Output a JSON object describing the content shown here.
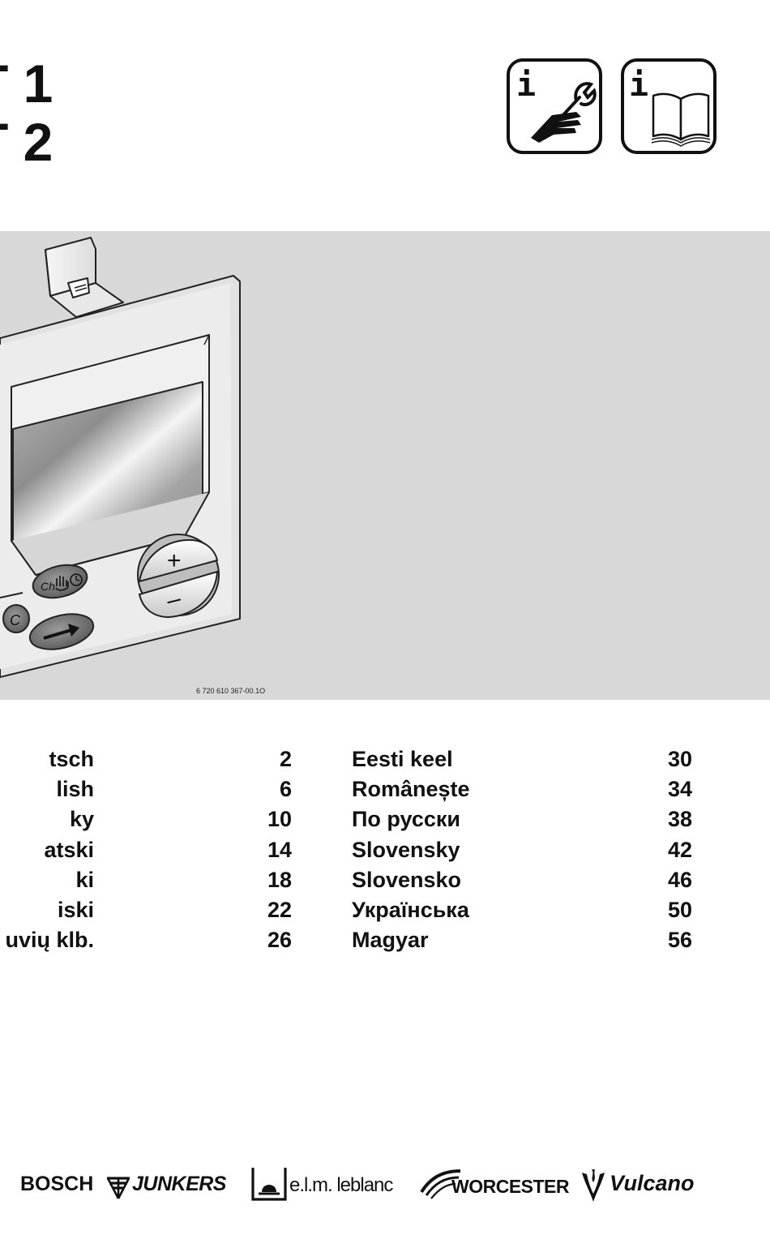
{
  "title": {
    "line1": "T 1",
    "line2": "T 2"
  },
  "icons": {
    "installer": "info-installer-wrench-icon",
    "user": "info-user-book-icon",
    "info_letter": "i"
  },
  "device": {
    "button_c": "C",
    "button_ch": "Ch",
    "plus": "+",
    "minus": "–"
  },
  "figure_code": "6 720 610 367-00.1O",
  "toc_left": [
    {
      "lang": "tsch",
      "page": "2"
    },
    {
      "lang": "lish",
      "page": "6"
    },
    {
      "lang": "ky",
      "page": "10"
    },
    {
      "lang": "atski",
      "page": "14"
    },
    {
      "lang": "ki",
      "page": "18"
    },
    {
      "lang": "iski",
      "page": "22"
    },
    {
      "lang": "uvių klb.",
      "page": "26"
    }
  ],
  "toc_right": [
    {
      "lang": "Eesti keel",
      "page": "30"
    },
    {
      "lang": "Românește",
      "page": "34"
    },
    {
      "lang": "По русски",
      "page": "38"
    },
    {
      "lang": "Slovensky",
      "page": "42"
    },
    {
      "lang": "Slovensko",
      "page": "46"
    },
    {
      "lang": "Українська",
      "page": "50"
    },
    {
      "lang": "Magyar",
      "page": "56"
    }
  ],
  "brands": {
    "bosch": "BOSCH",
    "junkers": "JUNKERS",
    "leblanc": "e.l.m. leblanc",
    "worcester": "WORCESTER",
    "vulcano": "Vulcano"
  },
  "colors": {
    "hero_bg": "#d8d8d8",
    "text": "#111111"
  }
}
